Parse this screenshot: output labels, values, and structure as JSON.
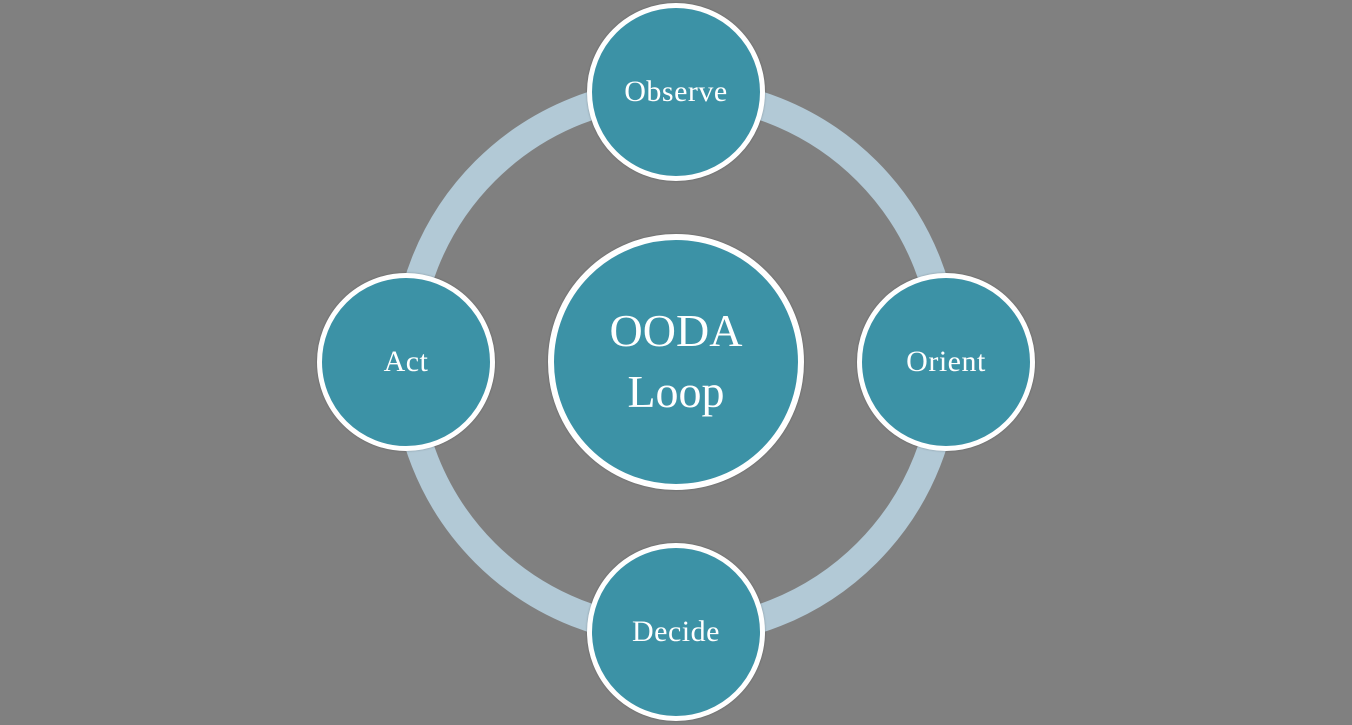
{
  "diagram": {
    "type": "cycle-diagram",
    "title": "OODA Loop",
    "center": {
      "line1": "OODA",
      "line2": "Loop"
    },
    "nodes": [
      {
        "label": "Observe",
        "position": "top"
      },
      {
        "label": "Orient",
        "position": "right"
      },
      {
        "label": "Decide",
        "position": "bottom"
      },
      {
        "label": "Act",
        "position": "left"
      }
    ],
    "colors": {
      "background": "#808080",
      "node-fill": "#3C92A6",
      "node-border": "#FFFFFF",
      "ring": "#B2C9D6",
      "label-text": "#FFFFFF"
    }
  }
}
